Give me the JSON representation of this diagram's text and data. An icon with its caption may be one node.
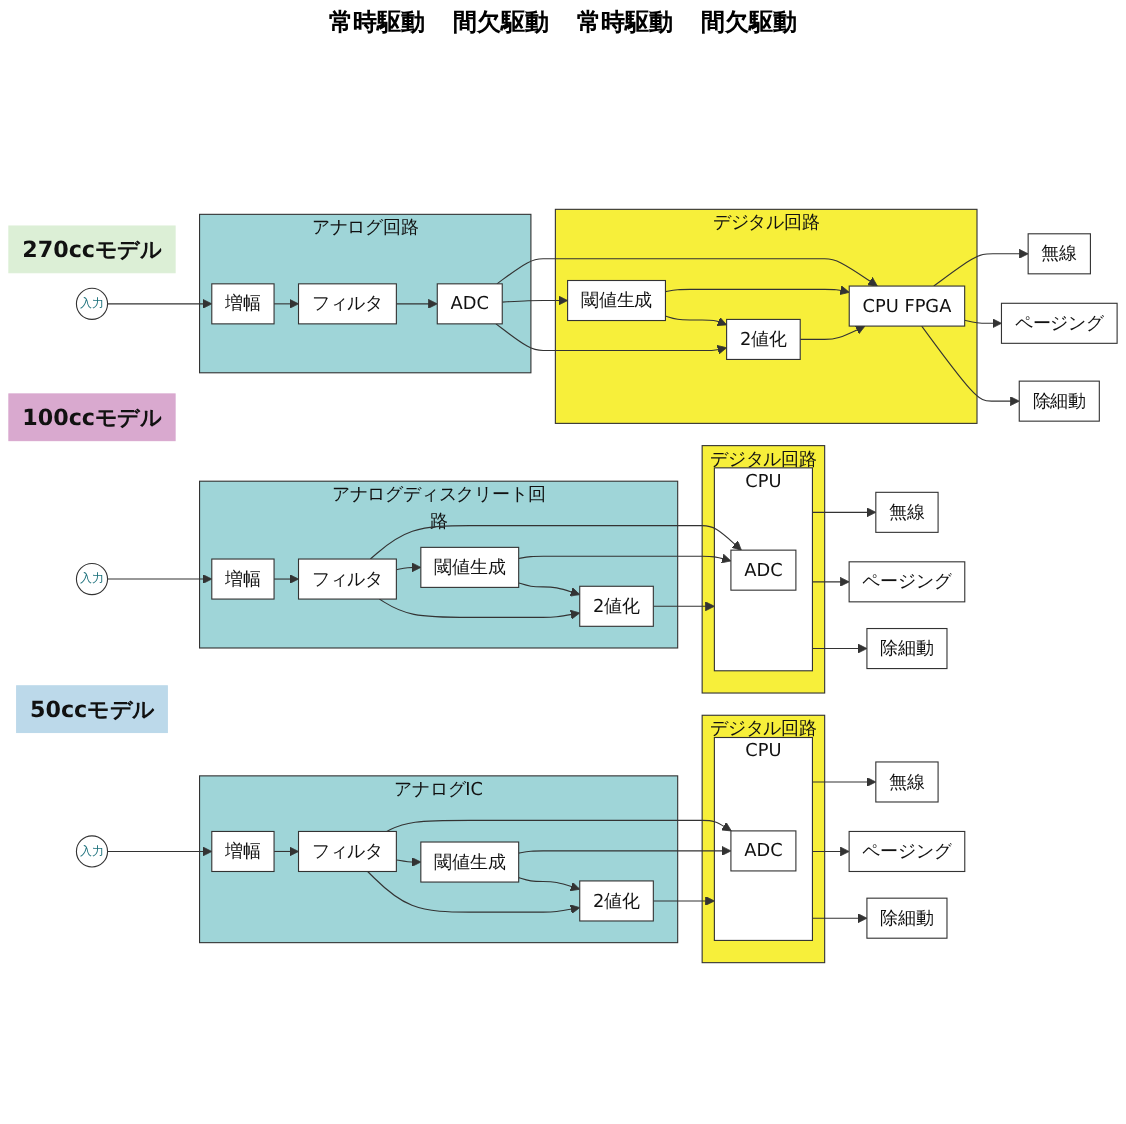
{
  "diagram": {
    "nodes": [
      {
        "text": [
          "270ccモデル"
        ]
      },
      {
        "text": [
          "アナログディスクリート回路"
        ]
      },
      {
        "text": [
          "入力"
        ]
      },
      {
        "text": [
          "増幅"
        ],
        "in": 1
      },
      {
        "text": [
          "フィルタ"
        ],
        "in": 1
      },
      {
        "text": [
          "閾値生成"
        ],
        "in": 1
      },
      {
        "text": [
          "2値化"
        ],
        "in": 1
      },
      {
        "text": [
          "デジタル回路"
        ]
      },
      {
        "text": [
          "CPU"
        ],
        "in": 7
      },
      {
        "text": [
          "ADC"
        ],
        "in": 8
      },
      {
        "text": [
          "無線"
        ]
      },
      {
        "text": [
          "ページング"
        ]
      },
      {
        "text": [
          "除細動"
        ]
      },
      {
        "text": [
          "100ccモデル"
        ]
      },
      {
        "text": [
          "アナログIC"
        ]
      },
      {
        "text": [
          "入力"
        ]
      },
      {
        "text": [
          "増幅"
        ],
        "in": 14
      },
      {
        "text": [
          "フィルタ"
        ],
        "in": 14
      },
      {
        "text": [
          "閾値生成"
        ],
        "in": 14
      },
      {
        "text": [
          "2値化"
        ],
        "in": 14
      },
      {
        "text": [
          "デジタル回路"
        ]
      },
      {
        "text": [
          "CPU"
        ],
        "in": 20
      },
      {
        "text": [
          "ADC"
        ],
        "in": 21
      },
      {
        "text": [
          "無線"
        ]
      },
      {
        "text": [
          "ページング"
        ]
      },
      {
        "text": [
          "除細動"
        ]
      },
      {
        "text": [
          "50ccモデル"
        ]
      },
      {
        "text": [
          "アナログ回路"
        ]
      },
      {
        "text": [
          "入力"
        ]
      },
      {
        "text": [
          "増幅"
        ],
        "in": 27
      },
      {
        "text": [
          "フィルタ"
        ],
        "in": 27
      },
      {
        "text": [
          "ADC"
        ],
        "in": 27
      },
      {
        "text": [
          "デジタル回路"
        ]
      },
      {
        "text": [
          "閾値生成"
        ],
        "in": 32
      },
      {
        "text": [
          "2値化"
        ],
        "in": 32
      },
      {
        "text": [
          "CPU FPGA"
        ],
        "in": 32
      },
      {
        "text": [
          "無線"
        ]
      },
      {
        "text": [
          "ページング"
        ]
      },
      {
        "text": [
          "除細動"
        ]
      }
    ],
    "edges": [
      {
        "from": 2,
        "to": 3,
        "arrow": "to"
      },
      {
        "from": 3,
        "to": 4,
        "arrow": "to"
      },
      {
        "from": 4,
        "to": 9,
        "arrow": "to"
      },
      {
        "from": 4,
        "to": 5,
        "arrow": "to"
      },
      {
        "from": 4,
        "to": 6,
        "arrow": "to"
      },
      {
        "from": 5,
        "to": 9,
        "arrow": "to"
      },
      {
        "from": 5,
        "to": 6,
        "arrow": "to"
      },
      {
        "from": 6,
        "to": 8,
        "arrow": "to"
      },
      {
        "from": 8,
        "to": 10,
        "arrow": "to"
      },
      {
        "from": 8,
        "to": 11,
        "arrow": "to"
      },
      {
        "from": 8,
        "to": 12,
        "arrow": "to"
      },
      {
        "from": 15,
        "to": 16,
        "arrow": "to"
      },
      {
        "from": 16,
        "to": 17,
        "arrow": "to"
      },
      {
        "from": 17,
        "to": 22,
        "arrow": "to"
      },
      {
        "from": 17,
        "to": 18,
        "arrow": "to"
      },
      {
        "from": 17,
        "to": 19,
        "arrow": "to"
      },
      {
        "from": 18,
        "to": 22,
        "arrow": "to"
      },
      {
        "from": 18,
        "to": 19,
        "arrow": "to"
      },
      {
        "from": 19,
        "to": 21,
        "arrow": "to"
      },
      {
        "from": 21,
        "to": 23,
        "arrow": "to"
      },
      {
        "from": 21,
        "to": 24,
        "arrow": "to"
      },
      {
        "from": 21,
        "to": 25,
        "arrow": "to"
      },
      {
        "from": 28,
        "to": 29,
        "arrow": "to"
      },
      {
        "from": 29,
        "to": 30,
        "arrow": "to"
      },
      {
        "from": 30,
        "to": 31,
        "arrow": "to"
      },
      {
        "from": 31,
        "to": 35,
        "arrow": "to"
      },
      {
        "from": 31,
        "to": 33,
        "arrow": "to"
      },
      {
        "from": 31,
        "to": 34,
        "arrow": "to"
      },
      {
        "from": 33,
        "to": 35,
        "arrow": "to"
      },
      {
        "from": 33,
        "to": 34,
        "arrow": "to"
      },
      {
        "from": 34,
        "to": 35,
        "arrow": "to"
      },
      {
        "from": 35,
        "to": 36,
        "arrow": "to"
      },
      {
        "from": 35,
        "to": 37,
        "arrow": "to"
      },
      {
        "from": 35,
        "to": 38,
        "arrow": "to"
      }
    ],
    "labels": [
      "常時駆動",
      "間欠駆動",
      "常時駆動",
      "間欠駆動"
    ]
  }
}
